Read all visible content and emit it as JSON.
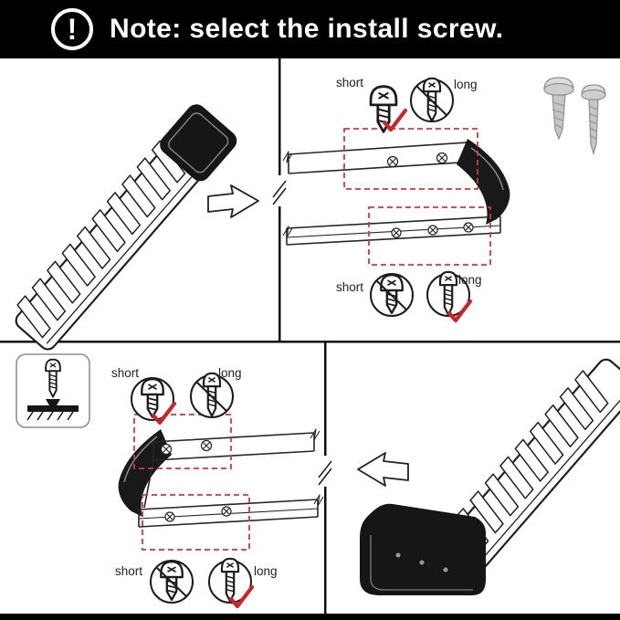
{
  "header": {
    "title": "Note: select the install screw.",
    "icon": "exclamation-circle-icon",
    "icon_glyph": "!"
  },
  "colors": {
    "banner_bg": "#000000",
    "banner_text": "#ffffff",
    "accent_red": "#c9252b",
    "line_dark": "#1c1c1c"
  },
  "panels": {
    "top_left": {
      "icon": "side-step-bar-overview",
      "arrow_icon": "arrow-right"
    },
    "top_right": {
      "reference_icon": "two-metal-screws",
      "rows": [
        {
          "left_label": "short",
          "left_state": "correct",
          "right_label": "long",
          "right_state": "wrong"
        },
        {
          "left_label": "short",
          "left_state": "wrong",
          "right_label": "long",
          "right_state": "correct"
        }
      ]
    },
    "bottom_left": {
      "inset_icon": "screw-into-bracket-cross-section",
      "rows": [
        {
          "left_label": "short",
          "left_state": "correct",
          "right_label": "long",
          "right_state": "wrong"
        },
        {
          "left_label": "short",
          "left_state": "wrong",
          "right_label": "long",
          "right_state": "correct"
        }
      ]
    },
    "bottom_right": {
      "icon": "side-step-bar-overview",
      "arrow_icon": "arrow-left"
    }
  }
}
